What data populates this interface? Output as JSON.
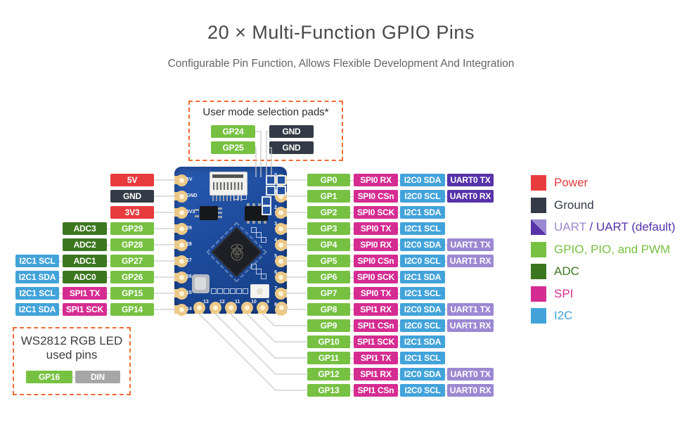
{
  "title": "20 × Multi-Function GPIO Pins",
  "subtitle": "Configurable Pin Function, Allows Flexible Development And Integration",
  "colors": {
    "power": "#e83b3e",
    "ground": "#343b47",
    "gpio": "#77c142",
    "adc": "#3b771f",
    "spi": "#d52c91",
    "i2c": "#42a3da",
    "uart": "#9c88d2",
    "uart_default": "#5632a8",
    "din": "#a6a6a6",
    "dashed_border": "#ee6c31",
    "wire": "#c9c9c9",
    "pcb_blue": "#1d4b9c",
    "pad_gold": "#ecc987"
  },
  "user_mode_box": {
    "title": "User mode selection pads*",
    "rows": [
      [
        {
          "text": "GP24",
          "type": "gpio"
        },
        {
          "text": "GND",
          "type": "ground"
        }
      ],
      [
        {
          "text": "GP25",
          "type": "gpio"
        },
        {
          "text": "GND",
          "type": "ground"
        }
      ]
    ]
  },
  "ws2812_box": {
    "title": "WS2812 RGB LED",
    "subtitle": "used pins",
    "row": [
      {
        "text": "GP16",
        "type": "gpio"
      },
      {
        "text": "DIN",
        "type": "din"
      }
    ]
  },
  "left_pins": [
    [
      {
        "text": "5V",
        "type": "power"
      }
    ],
    [
      {
        "text": "GND",
        "type": "ground"
      }
    ],
    [
      {
        "text": "3V3",
        "type": "power"
      }
    ],
    [
      {
        "text": "ADC3",
        "type": "adc"
      },
      {
        "text": "GP29",
        "type": "gpio"
      }
    ],
    [
      {
        "text": "ADC2",
        "type": "adc"
      },
      {
        "text": "GP28",
        "type": "gpio"
      }
    ],
    [
      {
        "text": "I2C1 SCL",
        "type": "i2c"
      },
      {
        "text": "ADC1",
        "type": "adc"
      },
      {
        "text": "GP27",
        "type": "gpio"
      }
    ],
    [
      {
        "text": "I2C1 SDA",
        "type": "i2c"
      },
      {
        "text": "ADC0",
        "type": "adc"
      },
      {
        "text": "GP26",
        "type": "gpio"
      }
    ],
    [
      {
        "text": "I2C1 SCL",
        "type": "i2c"
      },
      {
        "text": "SPI1 TX",
        "type": "spi"
      },
      {
        "text": "GP15",
        "type": "gpio"
      }
    ],
    [
      {
        "text": "I2C1 SDA",
        "type": "i2c"
      },
      {
        "text": "SPI1 SCK",
        "type": "spi"
      },
      {
        "text": "GP14",
        "type": "gpio"
      }
    ]
  ],
  "right_pins": [
    [
      {
        "text": "GP0",
        "type": "gpio"
      },
      {
        "text": "SPI0 RX",
        "type": "spi"
      },
      {
        "text": "I2C0 SDA",
        "type": "i2c"
      },
      {
        "text": "UART0 TX",
        "type": "uart_default"
      }
    ],
    [
      {
        "text": "GP1",
        "type": "gpio"
      },
      {
        "text": "SPI0 CSn",
        "type": "spi"
      },
      {
        "text": "I2C0 SCL",
        "type": "i2c"
      },
      {
        "text": "UART0 RX",
        "type": "uart_default"
      }
    ],
    [
      {
        "text": "GP2",
        "type": "gpio"
      },
      {
        "text": "SPI0 SCK",
        "type": "spi"
      },
      {
        "text": "I2C1 SDA",
        "type": "i2c"
      }
    ],
    [
      {
        "text": "GP3",
        "type": "gpio"
      },
      {
        "text": "SPI0 TX",
        "type": "spi"
      },
      {
        "text": "I2C1 SCL",
        "type": "i2c"
      }
    ],
    [
      {
        "text": "GP4",
        "type": "gpio"
      },
      {
        "text": "SPI0 RX",
        "type": "spi"
      },
      {
        "text": "I2C0 SDA",
        "type": "i2c"
      },
      {
        "text": "UART1 TX",
        "type": "uart"
      }
    ],
    [
      {
        "text": "GP5",
        "type": "gpio"
      },
      {
        "text": "SPI0 CSn",
        "type": "spi"
      },
      {
        "text": "I2C0 SCL",
        "type": "i2c"
      },
      {
        "text": "UART1 RX",
        "type": "uart"
      }
    ],
    [
      {
        "text": "GP6",
        "type": "gpio"
      },
      {
        "text": "SPI0 SCK",
        "type": "spi"
      },
      {
        "text": "I2C1 SDA",
        "type": "i2c"
      }
    ],
    [
      {
        "text": "GP7",
        "type": "gpio"
      },
      {
        "text": "SPI0 TX",
        "type": "spi"
      },
      {
        "text": "I2C1 SCL",
        "type": "i2c"
      }
    ],
    [
      {
        "text": "GP8",
        "type": "gpio"
      },
      {
        "text": "SPI1 RX",
        "type": "spi"
      },
      {
        "text": "I2C0 SDA",
        "type": "i2c"
      },
      {
        "text": "UART1 TX",
        "type": "uart"
      }
    ],
    [
      {
        "text": "GP9",
        "type": "gpio"
      },
      {
        "text": "SPI1 CSn",
        "type": "spi"
      },
      {
        "text": "I2C0 SCL",
        "type": "i2c"
      },
      {
        "text": "UART1 RX",
        "type": "uart"
      }
    ],
    [
      {
        "text": "GP10",
        "type": "gpio"
      },
      {
        "text": "SPI1 SCK",
        "type": "spi"
      },
      {
        "text": "I2C1 SDA",
        "type": "i2c"
      }
    ],
    [
      {
        "text": "GP11",
        "type": "gpio"
      },
      {
        "text": "SPI1 TX",
        "type": "spi"
      },
      {
        "text": "I2C1 SCL",
        "type": "i2c"
      }
    ],
    [
      {
        "text": "GP12",
        "type": "gpio"
      },
      {
        "text": "SPI1 RX",
        "type": "spi"
      },
      {
        "text": "I2C0 SDA",
        "type": "i2c"
      },
      {
        "text": "UART0 TX",
        "type": "uart"
      }
    ],
    [
      {
        "text": "GP13",
        "type": "gpio"
      },
      {
        "text": "SPI1 CSn",
        "type": "spi"
      },
      {
        "text": "I2C0 SCL",
        "type": "i2c"
      },
      {
        "text": "UART0 RX",
        "type": "uart"
      }
    ]
  ],
  "legend": [
    {
      "swatch": "power",
      "parts": [
        {
          "text": "Power",
          "type": "power"
        }
      ]
    },
    {
      "swatch": "ground",
      "parts": [
        {
          "text": "Ground",
          "type": "ground"
        }
      ]
    },
    {
      "swatch": "uart_split",
      "parts": [
        {
          "text": "UART ",
          "type": "uart"
        },
        {
          "text": "/ UART (default)",
          "type": "uart_default"
        }
      ]
    },
    {
      "swatch": "gpio",
      "parts": [
        {
          "text": "GPIO, PIO, and PWM",
          "type": "gpio"
        }
      ]
    },
    {
      "swatch": "adc",
      "parts": [
        {
          "text": "ADC",
          "type": "adc"
        }
      ]
    },
    {
      "swatch": "spi",
      "parts": [
        {
          "text": "SPI",
          "type": "spi"
        }
      ]
    },
    {
      "swatch": "i2c",
      "parts": [
        {
          "text": "I2C",
          "type": "i2c"
        }
      ]
    }
  ],
  "board_silk": {
    "left": [
      "5V",
      "GND",
      "3V3",
      "29",
      "28",
      "27",
      "26",
      "15",
      "14"
    ],
    "right": [
      "0",
      "1",
      "2",
      "3",
      "4",
      "5",
      "6",
      "7",
      "8"
    ],
    "bottom": [
      "13",
      "12",
      "11",
      "10",
      "9"
    ]
  }
}
